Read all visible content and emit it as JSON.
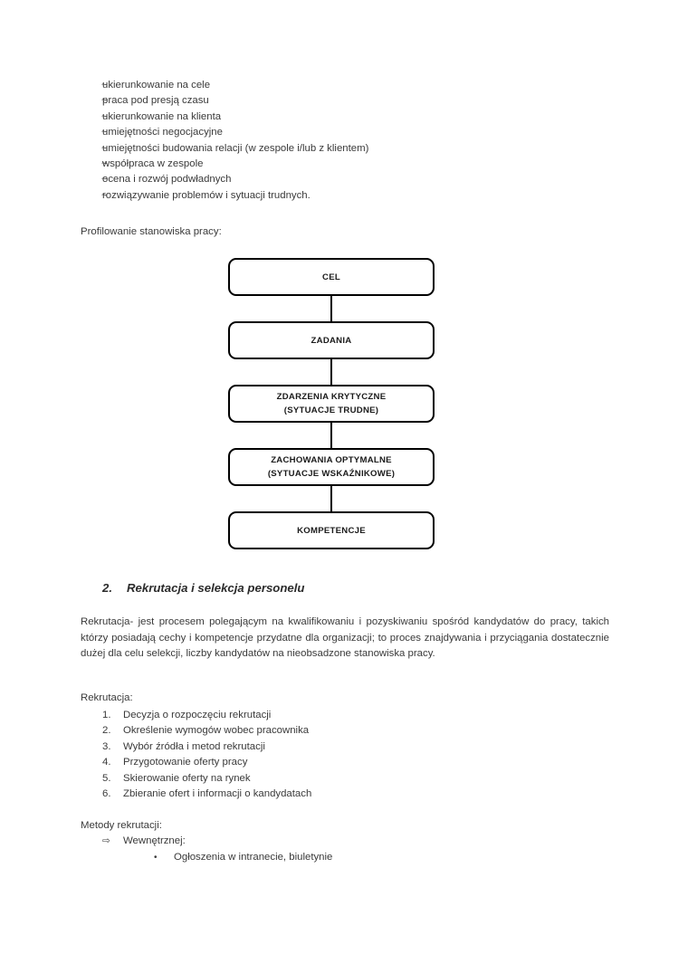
{
  "competency_list": {
    "marker": "~",
    "items": [
      "ukierunkowanie na cele",
      "praca pod presją czasu",
      "ukierunkowanie na klienta",
      "umiejętności negocjacyjne",
      "umiejętności budowania relacji (w zespole i/lub z klientem)",
      "współpraca w zespole",
      "ocena i rozwój podwładnych",
      "rozwiązywanie problemów i sytuacji trudnych."
    ]
  },
  "profilowanie_label": "Profilowanie stanowiska pracy:",
  "flowchart": {
    "boxes": [
      {
        "line1": "CEL",
        "line2": ""
      },
      {
        "line1": "ZADANIA",
        "line2": ""
      },
      {
        "line1": "ZDARZENIA KRYTYCZNE",
        "line2": "(SYTUACJE TRUDNE)"
      },
      {
        "line1": "ZACHOWANIA OPTYMALNE",
        "line2": "(SYTUACJE WSKAŹNIKOWE)"
      },
      {
        "line1": "KOMPETENCJE",
        "line2": ""
      }
    ]
  },
  "heading": {
    "number": "2.",
    "title": "Rekrutacja i selekcja personelu"
  },
  "body_paragraph": "Rekrutacja- jest procesem polegającym na kwalifikowaniu i pozyskiwaniu spośród kandydatów do pracy, takich którzy posiadają cechy i kompetencje przydatne dla organizacji; to proces znajdywania i przyciągania dostatecznie dużej dla celu selekcji, liczby kandydatów na nieobsadzone stanowiska pracy.",
  "rekrutacja_label": "Rekrutacja:",
  "recruitment_steps": [
    {
      "num": "1.",
      "text": "Decyzja o rozpoczęciu rekrutacji"
    },
    {
      "num": "2.",
      "text": "Określenie wymogów wobec pracownika"
    },
    {
      "num": "3.",
      "text": "Wybór źródła i metod rekrutacji"
    },
    {
      "num": "4.",
      "text": "Przygotowanie oferty pracy"
    },
    {
      "num": "5.",
      "text": "Skierowanie oferty na rynek"
    },
    {
      "num": "6.",
      "text": "Zbieranie ofert i informacji o kandydatach"
    }
  ],
  "metody_label": "Metody rekrutacji:",
  "methods": {
    "arrow_marker": "⇨",
    "arrow_label": "Wewnętrznej:",
    "disc_marker": "•",
    "disc_label": "Ogłoszenia w intranecie, biuletynie"
  }
}
